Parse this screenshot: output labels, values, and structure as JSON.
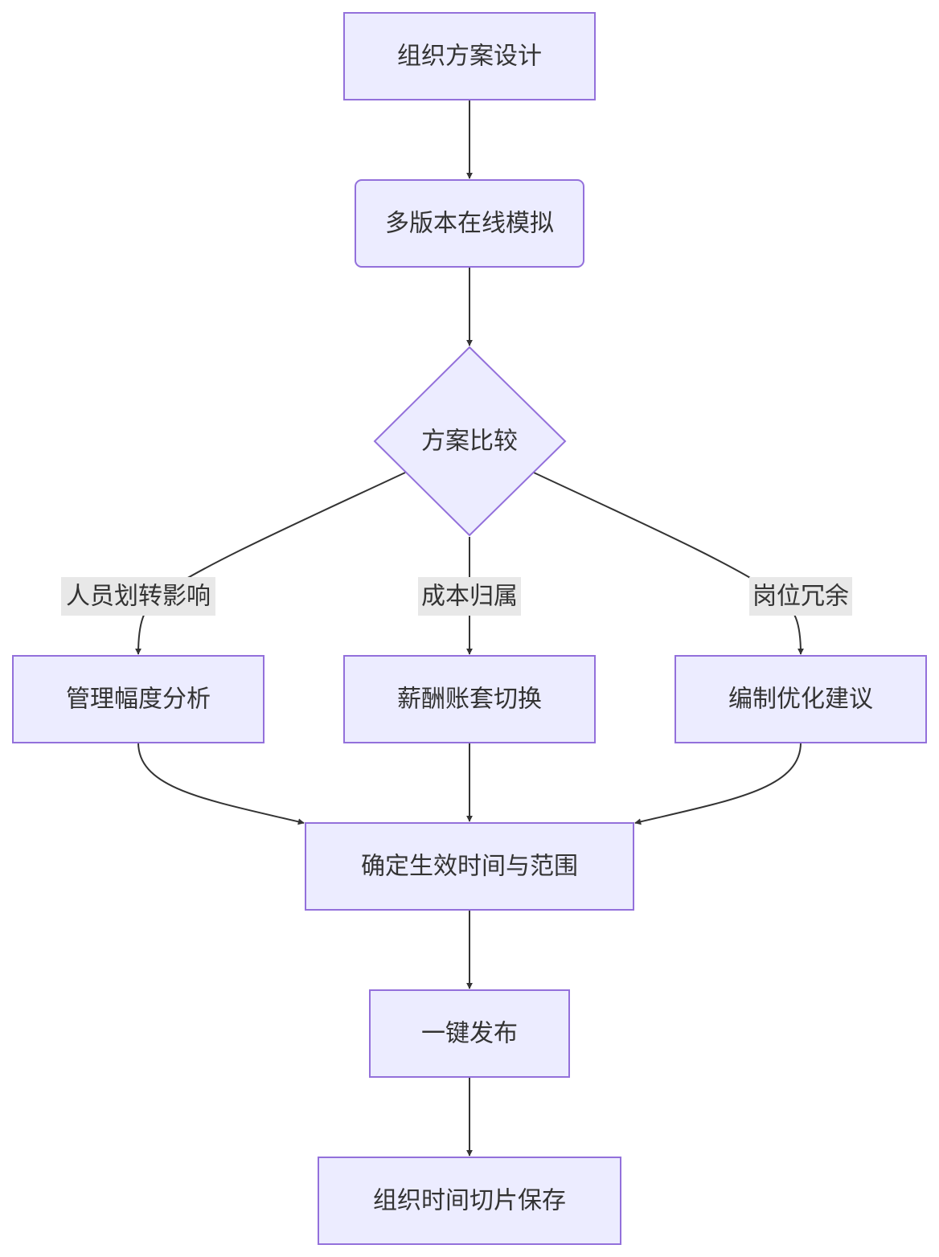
{
  "nodes": {
    "design": "组织方案设计",
    "simulate": "多版本在线模拟",
    "compare": "方案比较",
    "span": "管理幅度分析",
    "payroll": "薪酬账套切换",
    "headcount": "编制优化建议",
    "effective": "确定生效时间与范围",
    "publish": "一键发布",
    "snapshot": "组织时间切片保存"
  },
  "edge_labels": {
    "transfer": "人员划转影响",
    "cost": "成本归属",
    "redundancy": "岗位冗余"
  },
  "colors": {
    "node_fill": "#ececff",
    "node_stroke": "#9370db",
    "edge": "#333333",
    "label_bg": "#e8e8e8"
  }
}
